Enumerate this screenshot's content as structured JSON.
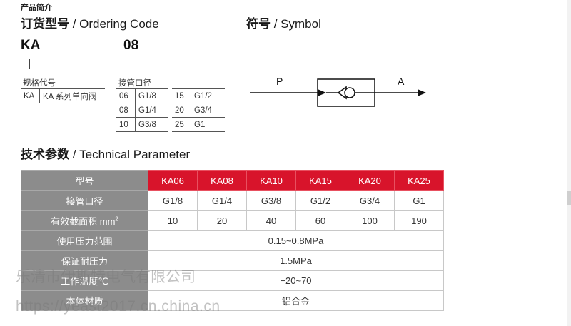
{
  "intro_label": "产品简介",
  "ordering": {
    "title_cn": "订货型号",
    "title_sep": " / ",
    "title_en": "Ordering Code",
    "code_series": "KA",
    "code_size": "08",
    "series_label": "规格代号",
    "series_rows": [
      [
        "KA",
        "KA 系列单向阀"
      ]
    ],
    "size_label": "接管口径",
    "size_rows": [
      [
        "06",
        "G1/8",
        "15",
        "G1/2"
      ],
      [
        "08",
        "G1/4",
        "20",
        "G3/4"
      ],
      [
        "10",
        "G3/8",
        "25",
        "G1"
      ]
    ]
  },
  "symbol": {
    "title_cn": "符号",
    "title_sep": " / ",
    "title_en": "Symbol",
    "port_in": "P",
    "port_out": "A"
  },
  "technical": {
    "title_cn": "技术参数",
    "title_sep": " / ",
    "title_en": "Technical Parameter",
    "header_label": "型号",
    "models": [
      "KA06",
      "KA08",
      "KA10",
      "KA15",
      "KA20",
      "KA25"
    ],
    "rows": [
      {
        "label": "接管口径",
        "values": [
          "G1/8",
          "G1/4",
          "G3/8",
          "G1/2",
          "G3/4",
          "G1"
        ]
      },
      {
        "label": "有效截面积 mm",
        "label_sup": "2",
        "values": [
          "10",
          "20",
          "40",
          "60",
          "100",
          "190"
        ]
      },
      {
        "label": "使用压力范围",
        "span": "0.15~0.8MPa"
      },
      {
        "label": "保证耐压力",
        "span": "1.5MPa"
      },
      {
        "label": "工作温度℃",
        "span": "−20~70"
      },
      {
        "label": "本体材质",
        "span": "铝合金"
      }
    ]
  },
  "watermark": {
    "line1": "乐清市伊斯特电气有限公司",
    "line2": "https://yeast2017.cn.china.cn"
  },
  "colors": {
    "accent_red": "#d8142b",
    "header_gray": "#8c8c8c"
  }
}
